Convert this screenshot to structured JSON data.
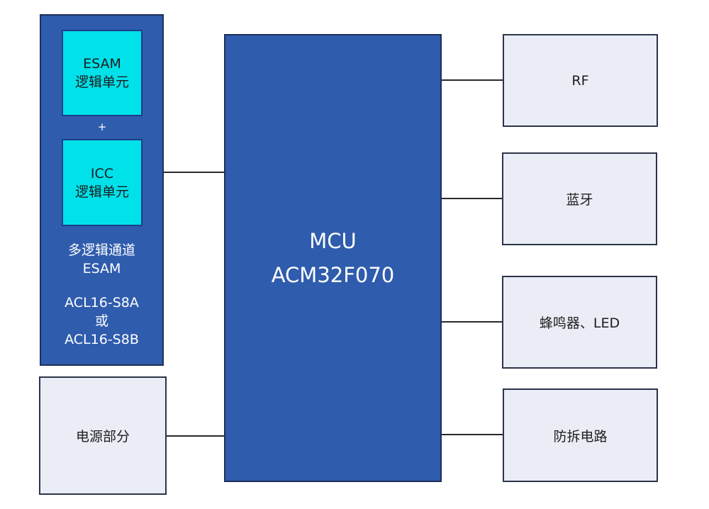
{
  "diagram": {
    "esam_group": {
      "esam_unit": [
        "ESAM",
        "逻辑单元"
      ],
      "plus": "+",
      "icc_unit": [
        "ICC",
        "逻辑单元"
      ],
      "title": [
        "多逻辑通道",
        "ESAM"
      ],
      "models": [
        "ACL16-S8A",
        "或",
        "ACL16-S8B"
      ]
    },
    "power": "电源部分",
    "mcu": [
      "MCU",
      "ACM32F070"
    ],
    "peripherals": {
      "rf": "RF",
      "bluetooth": "蓝牙",
      "buzzer_led": "蜂鸣器、LED",
      "tamper": "防拆电路"
    },
    "colors": {
      "mcu_fill": "#2f5cad",
      "esam_group_fill": "#2f5cad",
      "logic_unit_fill": "#00e1ea",
      "peripheral_fill": "#eaedf6"
    }
  }
}
